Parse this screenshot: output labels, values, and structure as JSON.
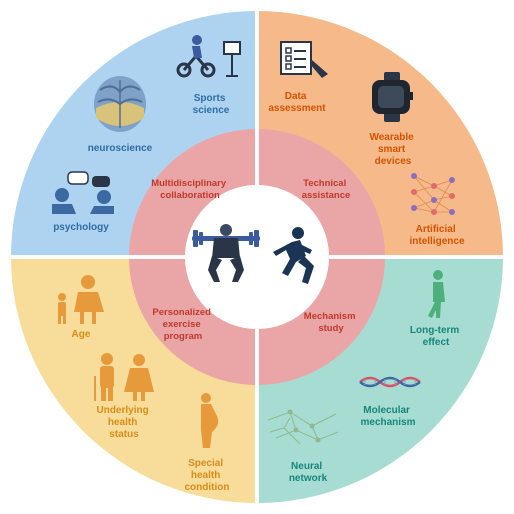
{
  "colors": {
    "quadrant_top_left": "#aed3f0",
    "quadrant_top_right": "#f6b98a",
    "quadrant_bottom_left": "#f7dc9a",
    "quadrant_bottom_right": "#a7dcd3",
    "inner_ring": "#eaa5a7",
    "center": "#ffffff",
    "label_blue": "#2e6da4",
    "label_orange": "#d35400",
    "label_yellow": "#d98c1a",
    "label_teal": "#16867a",
    "label_inner": "#c0392b"
  },
  "inner_ring": {
    "top_left": [
      "Multidisciplinary",
      "collaboration"
    ],
    "top_right": [
      "Technical",
      "assistance"
    ],
    "bottom_left": [
      "Personalized",
      "exercise",
      "program"
    ],
    "bottom_right": [
      "Mechanism",
      "study"
    ]
  },
  "center_icons": [
    "weightlifter-icon",
    "runner-icon"
  ],
  "outer": {
    "top_left": {
      "items": [
        {
          "lines": [
            "Sports",
            "science"
          ],
          "icon": "exercise-bike-icon"
        },
        {
          "lines": [
            "neuroscience"
          ],
          "icon": "brain-icon"
        },
        {
          "lines": [
            "psychology"
          ],
          "icon": "conversation-icon"
        }
      ]
    },
    "top_right": {
      "items": [
        {
          "lines": [
            "Data",
            "assessment"
          ],
          "icon": "checklist-icon"
        },
        {
          "lines": [
            "Wearable",
            "smart",
            "devices"
          ],
          "icon": "smartwatch-icon"
        },
        {
          "lines": [
            "Artificial",
            "intelligence"
          ],
          "icon": "neural-net-icon"
        }
      ]
    },
    "bottom_left": {
      "items": [
        {
          "lines": [
            "Age"
          ],
          "icon": "elderly-icon"
        },
        {
          "lines": [
            "Underlying",
            "health",
            "status"
          ],
          "icon": "elderly-couple-icon"
        },
        {
          "lines": [
            "Special",
            "health",
            "condition"
          ],
          "icon": "pregnant-icon"
        }
      ]
    },
    "bottom_right": {
      "items": [
        {
          "lines": [
            "Long-term",
            "effect"
          ],
          "icon": "walking-icon"
        },
        {
          "lines": [
            "Molecular",
            "mechanism"
          ],
          "icon": "dna-icon"
        },
        {
          "lines": [
            "Neural",
            "network"
          ],
          "icon": "neurons-icon"
        }
      ]
    }
  }
}
